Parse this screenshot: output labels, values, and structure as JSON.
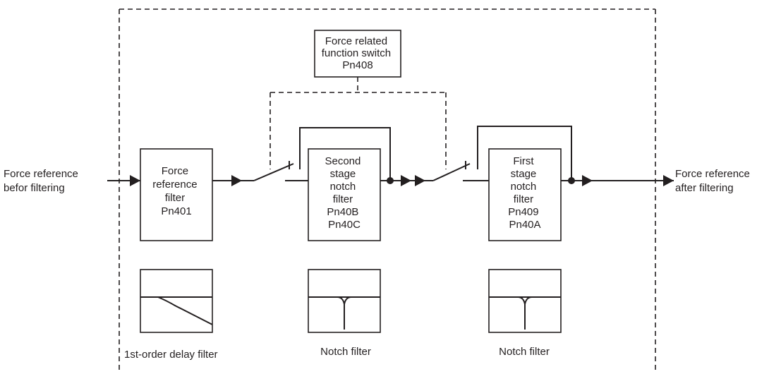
{
  "labels": {
    "input": [
      "Force reference",
      "befor filtering"
    ],
    "output": [
      "Force reference",
      "after filtering"
    ],
    "switch_box": [
      "Force related",
      "function switch",
      "Pn408"
    ],
    "force_filter": [
      "Force",
      "reference",
      "filter",
      "Pn401"
    ],
    "second_notch": [
      "Second",
      "stage",
      "notch",
      "filter",
      "Pn40B",
      "Pn40C"
    ],
    "first_notch": [
      "First",
      "stage",
      "notch",
      "filter",
      "Pn409",
      "Pn40A"
    ],
    "graph_delay": "1st-order delay filter",
    "graph_notch_2": "Notch filter",
    "graph_notch_1": "Notch filter"
  }
}
